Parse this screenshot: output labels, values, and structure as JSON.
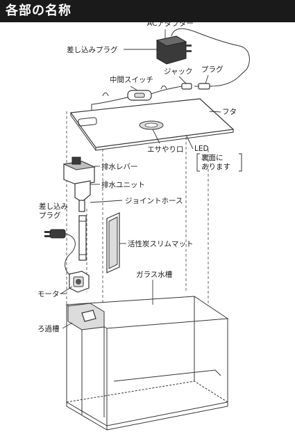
{
  "header": {
    "title": "各部の名称"
  },
  "labels": {
    "ac_adapter": "ACアダプター",
    "plug_in_plug_top": "差し込みプラグ",
    "middle_switch": "中間スイッチ",
    "jack": "ジャック",
    "plug": "プラグ",
    "lid": "フタ",
    "feeding_port": "エサやり口",
    "led": "LED",
    "led_note_1": "裏面に",
    "led_note_2": "あります",
    "drain_lever": "排水レバー",
    "drain_unit": "排水ユニット",
    "plug_in_left_1": "差し込み",
    "plug_in_left_2": "プラグ",
    "joint_hose": "ジョイントホース",
    "carbon_mat": "活性炭スリムマット",
    "motor": "モーター",
    "glass_tank": "ガラス水槽",
    "filter_tank": "ろ過槽"
  },
  "colors": {
    "header_bg": "#1a1a1a",
    "header_text": "#ffffff",
    "line": "#333333"
  }
}
